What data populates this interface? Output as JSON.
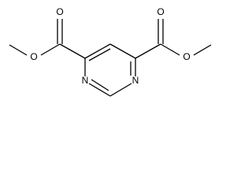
{
  "molecule": {
    "atoms": {
      "o_left_carbonyl": "O",
      "o_left_ester": "O",
      "o_right_carbonyl": "O",
      "o_right_ester": "O",
      "n_left": "N",
      "n_right": "N"
    }
  }
}
